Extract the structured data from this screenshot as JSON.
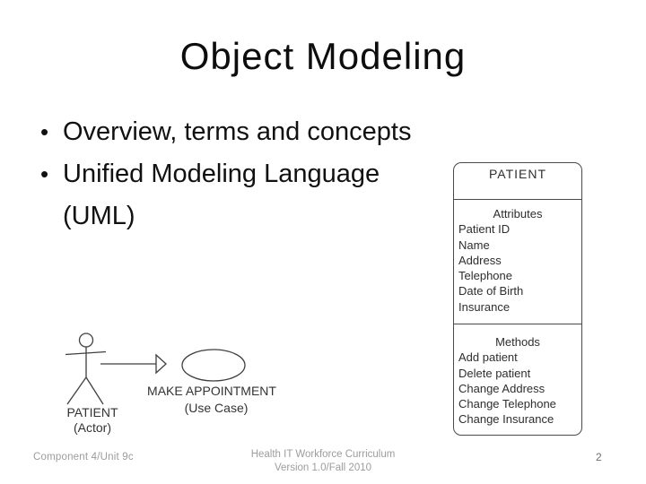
{
  "slide": {
    "title": "Object Modeling",
    "bullets": [
      "Overview, terms and concepts",
      "Unified Modeling Language (UML)"
    ],
    "bullet_glyph": "•"
  },
  "use_case_diagram": {
    "actor_label": "PATIENT",
    "actor_sublabel": "(Actor)",
    "use_case_label": "MAKE APPOINTMENT",
    "use_case_sublabel": "(Use Case)"
  },
  "class_diagram": {
    "title": "PATIENT",
    "attributes_heading": "Attributes",
    "attributes": [
      "Patient ID",
      "Name",
      "Address",
      "Telephone",
      "Date of Birth",
      "Insurance"
    ],
    "methods_heading": "Methods",
    "methods": [
      "Add patient",
      "Delete patient",
      "Change Address",
      "Change Telephone",
      "Change Insurance"
    ]
  },
  "footer": {
    "left": "Component 4/Unit 9c",
    "center_line1": "Health IT Workforce Curriculum",
    "center_line2": "Version 1.0/Fall 2010",
    "page_number": "2"
  },
  "colors": {
    "slide_text": "#0d0d0d",
    "diagram_stroke": "#4a4a4a",
    "diagram_text": "#333333",
    "footer_gray": "#9c9c9c",
    "page_number_gray": "#6f6f6f",
    "background": "#ffffff"
  }
}
